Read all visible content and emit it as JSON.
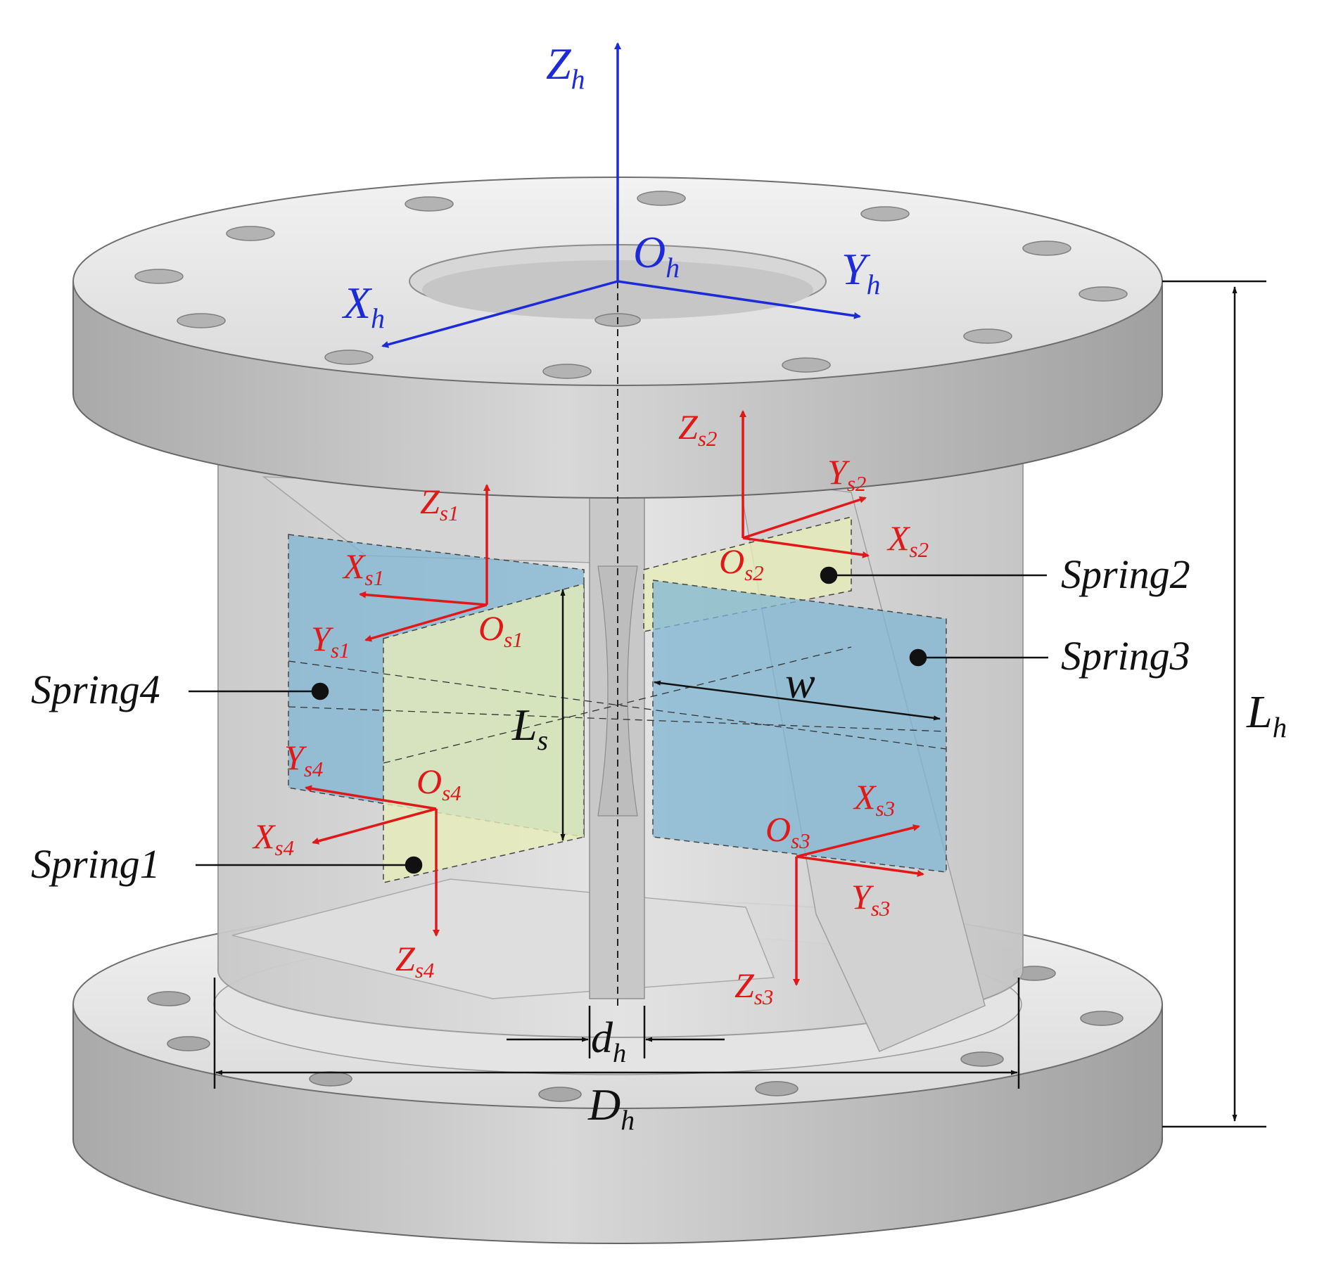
{
  "colors": {
    "global_frame": "#1d2ad8",
    "spring_frames": "#e01818",
    "annotation": "#111111",
    "spring_blue": "#7fb6d3",
    "spring_yellow": "#e6ecb8",
    "metal": "#cfcfcf"
  },
  "global_frame": {
    "z": {
      "base": "Z",
      "sub": "h"
    },
    "x": {
      "base": "X",
      "sub": "h"
    },
    "y": {
      "base": "Y",
      "sub": "h"
    },
    "o": {
      "base": "O",
      "sub": "h"
    }
  },
  "spring_frames": {
    "s1": {
      "z": {
        "base": "Z",
        "sub": "s1"
      },
      "x": {
        "base": "X",
        "sub": "s1"
      },
      "y": {
        "base": "Y",
        "sub": "s1"
      },
      "o": {
        "base": "O",
        "sub": "s1"
      }
    },
    "s2": {
      "z": {
        "base": "Z",
        "sub": "s2"
      },
      "x": {
        "base": "X",
        "sub": "s2"
      },
      "y": {
        "base": "Y",
        "sub": "s2"
      },
      "o": {
        "base": "O",
        "sub": "s2"
      }
    },
    "s3": {
      "z": {
        "base": "Z",
        "sub": "s3"
      },
      "x": {
        "base": "X",
        "sub": "s3"
      },
      "y": {
        "base": "Y",
        "sub": "s3"
      },
      "o": {
        "base": "O",
        "sub": "s3"
      }
    },
    "s4": {
      "z": {
        "base": "Z",
        "sub": "s4"
      },
      "x": {
        "base": "X",
        "sub": "s4"
      },
      "y": {
        "base": "Y",
        "sub": "s4"
      },
      "o": {
        "base": "O",
        "sub": "s4"
      }
    }
  },
  "callouts": {
    "spring1": "Spring1",
    "spring2": "Spring2",
    "spring3": "Spring3",
    "spring4": "Spring4"
  },
  "dimensions": {
    "Lh": {
      "base": "L",
      "sub": "h"
    },
    "Ls": {
      "base": "L",
      "sub": "s"
    },
    "w": {
      "base": "w",
      "sub": ""
    },
    "dh": {
      "base": "d",
      "sub": "h"
    },
    "Dh": {
      "base": "D",
      "sub": "h"
    }
  }
}
